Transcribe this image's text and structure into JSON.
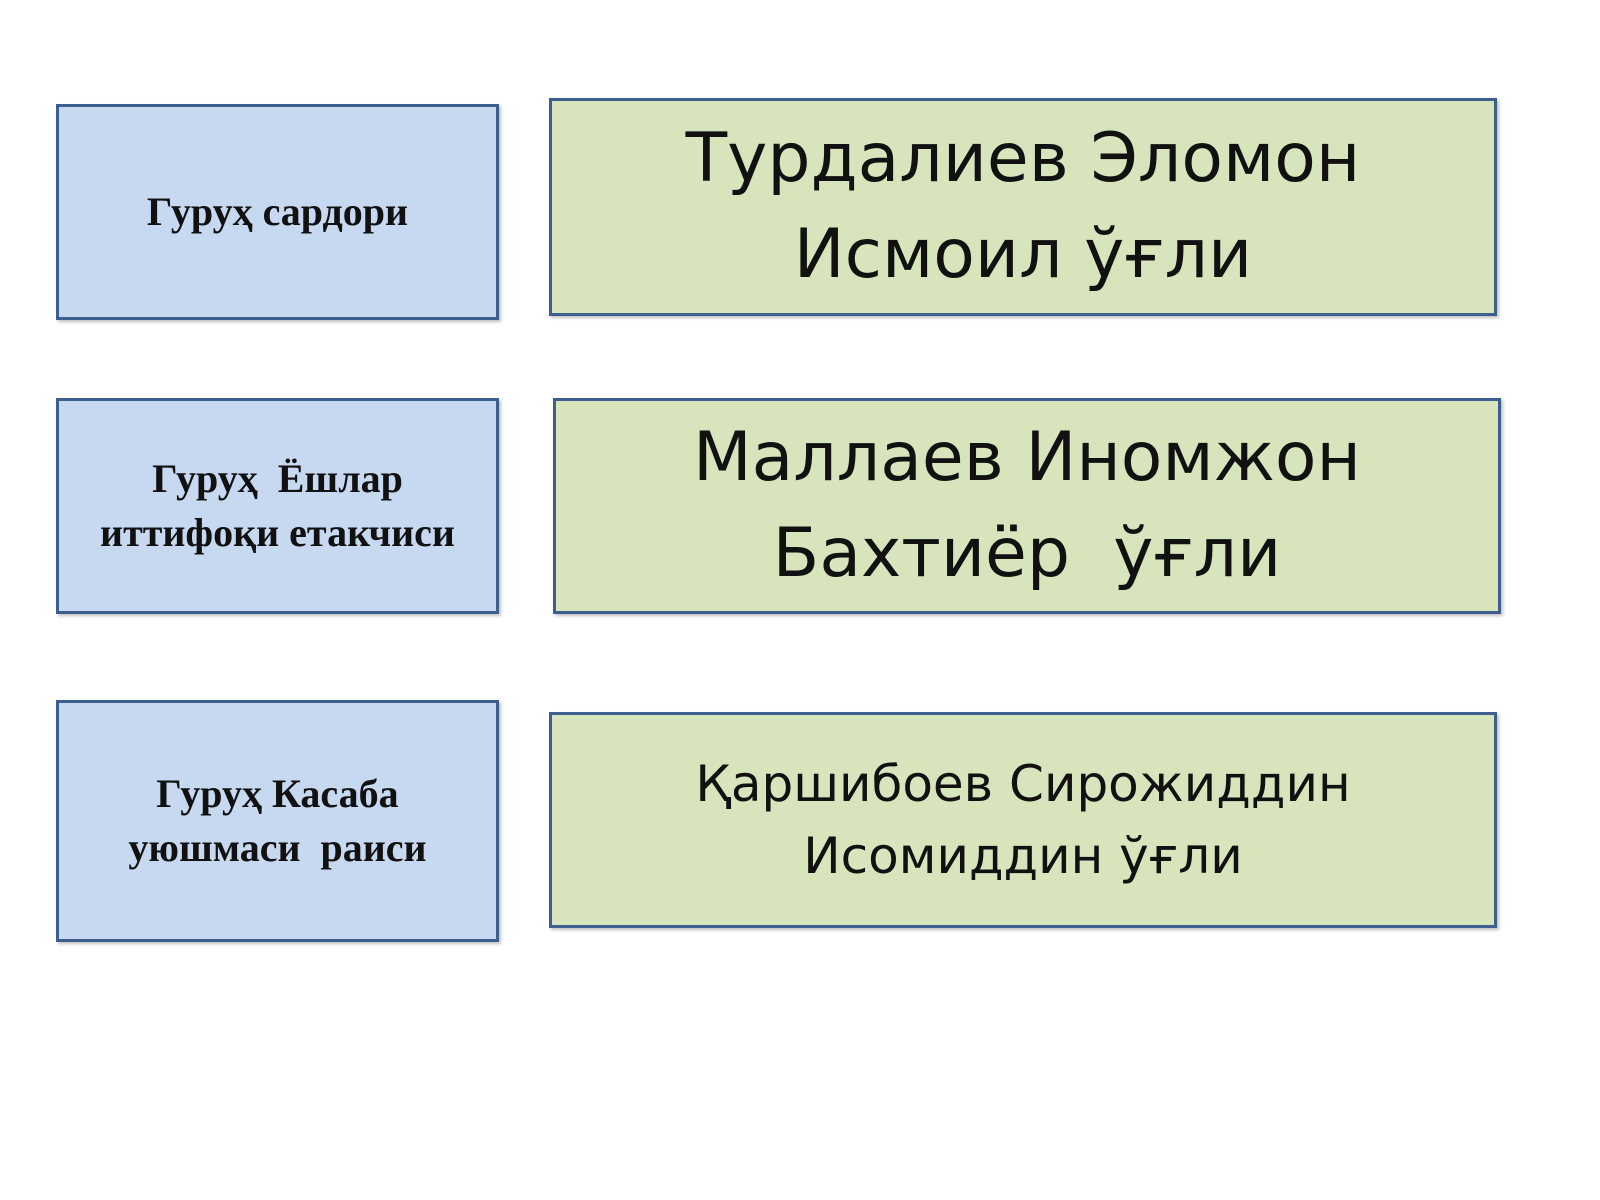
{
  "rows": [
    {
      "role_line1": "Гуруҳ сардори",
      "role_line2": "",
      "name_line1": "Турдалиев Эломон",
      "name_line2": "Исмоил ўғли"
    },
    {
      "role_line1": "Гуруҳ  Ёшлар",
      "role_line2": "иттифоқи етакчиси",
      "name_line1": "Маллаев Иномжон",
      "name_line2": "Бахтиёр  ўғли"
    },
    {
      "role_line1": "Гуруҳ Касаба",
      "role_line2": "уюшмаси  раиси",
      "name_line1": "Қаршибоев Сирожиддин",
      "name_line2": "Исомиддин ўғли"
    }
  ],
  "colors": {
    "role_fill": "#c6d9f1",
    "name_fill": "#d8e4bc",
    "border": "#3d5f8e"
  }
}
